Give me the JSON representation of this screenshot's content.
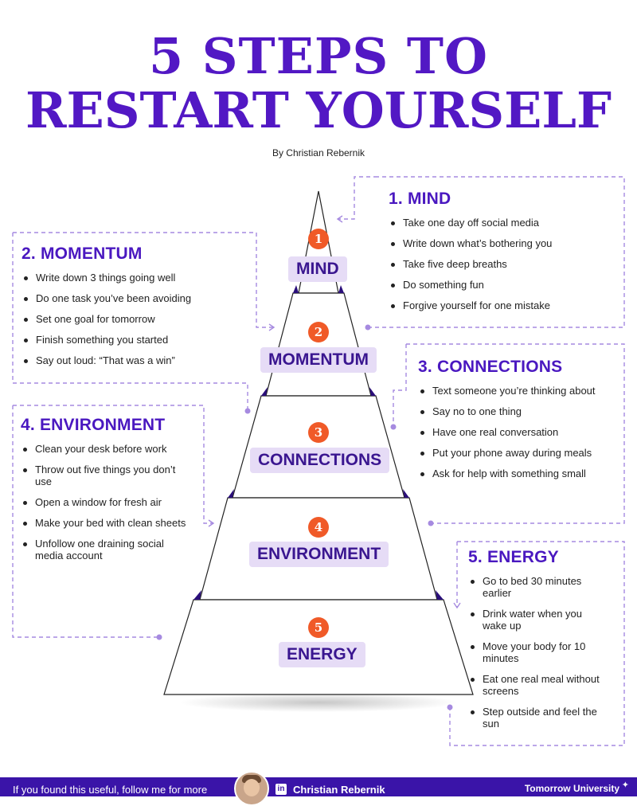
{
  "header": {
    "title_line1": "5 STEPS TO",
    "title_line2": "RESTART YOURSELF",
    "byline": "By Christian Rebernik"
  },
  "pyramid": [
    {
      "number": "1",
      "label": "MIND"
    },
    {
      "number": "2",
      "label": "MOMENTUM"
    },
    {
      "number": "3",
      "label": "CONNECTIONS"
    },
    {
      "number": "4",
      "label": "ENVIRONMENT"
    },
    {
      "number": "5",
      "label": "ENERGY"
    }
  ],
  "panels": {
    "mind": {
      "heading": "1. MIND",
      "items": [
        "Take one day off social media",
        "Write down what’s bothering you",
        "Take five deep breaths",
        "Do something fun",
        "Forgive yourself for one mistake"
      ]
    },
    "momentum": {
      "heading": "2. MOMENTUM",
      "items": [
        "Write down 3 things going well",
        "Do one task you’ve been avoiding",
        "Set one goal for tomorrow",
        "Finish something you started",
        "Say out loud: “That was a win”"
      ]
    },
    "connections": {
      "heading": "3. CONNECTIONS",
      "items": [
        "Text someone you’re thinking about",
        "Say no to one thing",
        "Have one real conversation",
        "Put your phone away during meals",
        "Ask for help with something small"
      ]
    },
    "environment": {
      "heading": "4. ENVIRONMENT",
      "items": [
        "Clean your desk before work",
        "Throw out five things you don’t use",
        "Open a window for fresh air",
        "Make your bed with clean sheets",
        "Unfollow one draining social media account"
      ]
    },
    "energy": {
      "heading": "5.  ENERGY",
      "items": [
        "Go to bed 30 minutes earlier",
        "Drink water when you wake up",
        "Move your body for 10 minutes",
        "Eat one real meal without screens",
        "Step outside and feel the sun"
      ]
    }
  },
  "footer": {
    "follow_text": "If you found this useful, follow me for more",
    "linkedin_icon": "linkedin-icon",
    "name": "Christian Rebernik",
    "brand": "Tomorrow University"
  },
  "colors": {
    "title": "#5218c4",
    "accent_orange": "#f05a28",
    "label_bg": "#e6dcf6",
    "dashed_line": "#a68ae0",
    "footer_bg": "#3a14a8"
  }
}
